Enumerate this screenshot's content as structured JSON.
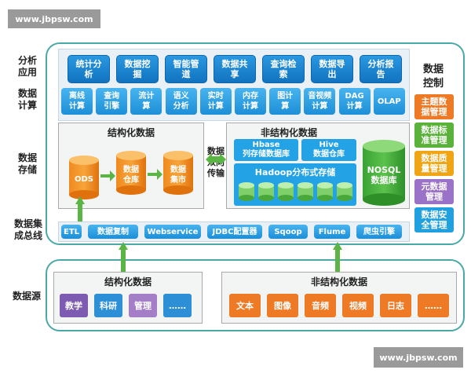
{
  "watermark": {
    "text": "www.jbpsw.com"
  },
  "layers": {
    "app": "分析\n应用",
    "compute": "数据\n计算",
    "storage": "数据\n存储",
    "bus": "数据集\n成总线",
    "source": "数据源"
  },
  "analysis_apps": [
    "统计分\n析",
    "数据挖\n掘",
    "智能管\n道",
    "数据共\n享",
    "查询检\n索",
    "数据导\n出",
    "分析报\n告"
  ],
  "compute_items": [
    "离线\n计算",
    "查询\n引擎",
    "流计\n算",
    "语义\n分析",
    "实时\n计算",
    "内存\n计算",
    "图计\n算",
    "音视频\n计算",
    "DAG\n计算",
    "OLAP"
  ],
  "storage": {
    "structured_title": "结构化数据",
    "ods": "ODS",
    "warehouse": "数据\n仓库",
    "mart": "数据\n集市",
    "transfer": "数据\n双向\n传输",
    "unstructured_title": "非结构化数据",
    "hbase": "Hbase\n列存储数据库",
    "hive": "Hive\n数据仓库",
    "hadoop": "Hadoop分布式存储",
    "nosql": "NOSQL\n数据库"
  },
  "bus_items": [
    "ETL",
    "数据复制",
    "Webservice",
    "JDBC配置器",
    "Sqoop",
    "Flume",
    "爬虫引擎"
  ],
  "control": {
    "title": "数据\n控制",
    "items": [
      {
        "label": "主题数\n据管理",
        "color": "#ef7a25"
      },
      {
        "label": "数据标\n准管理",
        "color": "#5ab23a"
      },
      {
        "label": "数据质\n量管理",
        "color": "#f0a514"
      },
      {
        "label": "元数据\n管理",
        "color": "#9a72c7"
      },
      {
        "label": "数据安\n全管理",
        "color": "#21a0df"
      }
    ]
  },
  "sources": {
    "structured_title": "结构化数据",
    "structured": [
      {
        "label": "教学",
        "color": "#7c5bb0"
      },
      {
        "label": "科研",
        "color": "#2d8fd6"
      },
      {
        "label": "管理",
        "color": "#a57ec8"
      },
      {
        "label": "……",
        "color": "#2d8fd6"
      }
    ],
    "unstructured_title": "非结构化数据",
    "unstructured": [
      {
        "label": "文本",
        "color": "#ef7a25"
      },
      {
        "label": "图像",
        "color": "#ef7a25"
      },
      {
        "label": "音频",
        "color": "#ef7a25"
      },
      {
        "label": "视频",
        "color": "#ef7a25"
      },
      {
        "label": "日志",
        "color": "#ef7a25"
      },
      {
        "label": "……",
        "color": "#ef7a25"
      }
    ]
  }
}
